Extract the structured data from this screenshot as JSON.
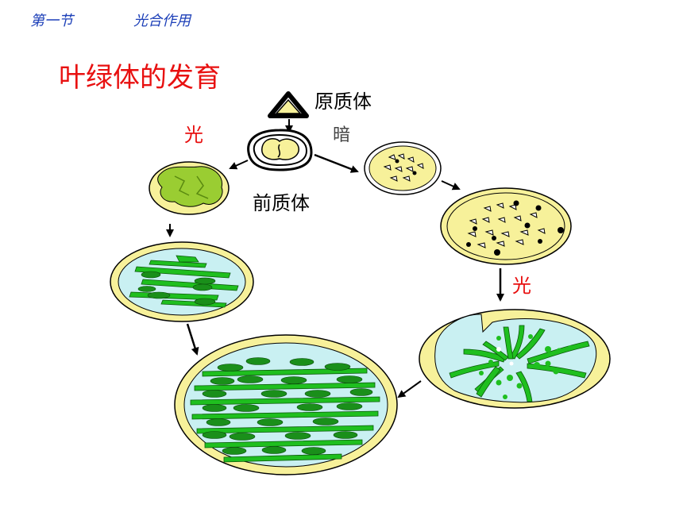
{
  "header": {
    "section": "第一节",
    "chapter": "光合作用"
  },
  "title": "叶绿体的发育",
  "labels": {
    "proplastid": "原质体",
    "prechloroplast": "前质体",
    "dark": "暗",
    "light_left": "光",
    "light_right": "光"
  },
  "colors": {
    "title": "#e81010",
    "header": "#1c3fb8",
    "envelope": "#f7f19a",
    "stroma": "#c9f0f2",
    "thylakoid": "#1fbf1f",
    "granum": "#1a8f1a"
  }
}
